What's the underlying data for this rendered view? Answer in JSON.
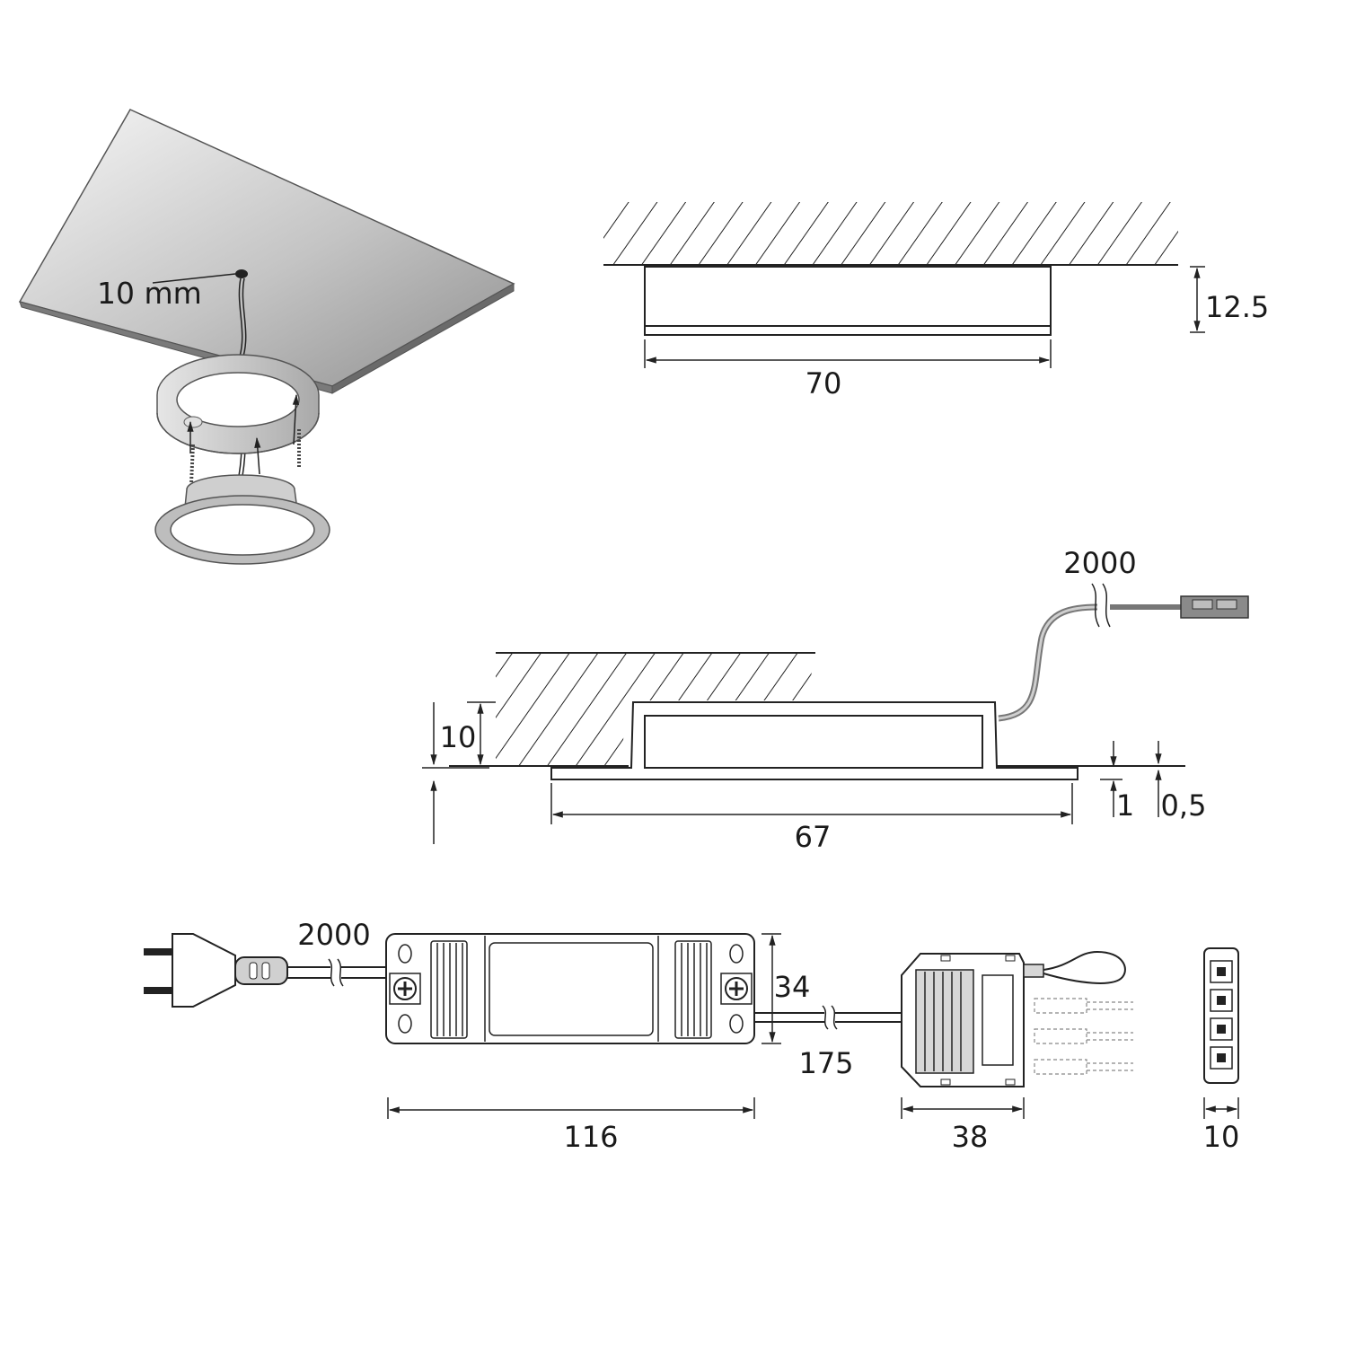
{
  "iso_view": {
    "hole_label": "10 mm"
  },
  "top_section": {
    "width_label": "70",
    "height_label": "12.5"
  },
  "recessed_section": {
    "cable_label": "2000",
    "depth_label": "10",
    "width_label": "67",
    "flange_label": "1",
    "bezel_label": "0,5"
  },
  "driver": {
    "cable_label": "2000",
    "length_label": "116",
    "height_label": "34",
    "output_cable_label": "175"
  },
  "distributor": {
    "width_label": "38"
  },
  "distributor_side": {
    "depth_label": "10"
  },
  "colors": {
    "line": "#222222",
    "grey_fill": "#d7d7d7",
    "board_light": "#f4f4f4",
    "board_dark": "#9a9a9a"
  }
}
